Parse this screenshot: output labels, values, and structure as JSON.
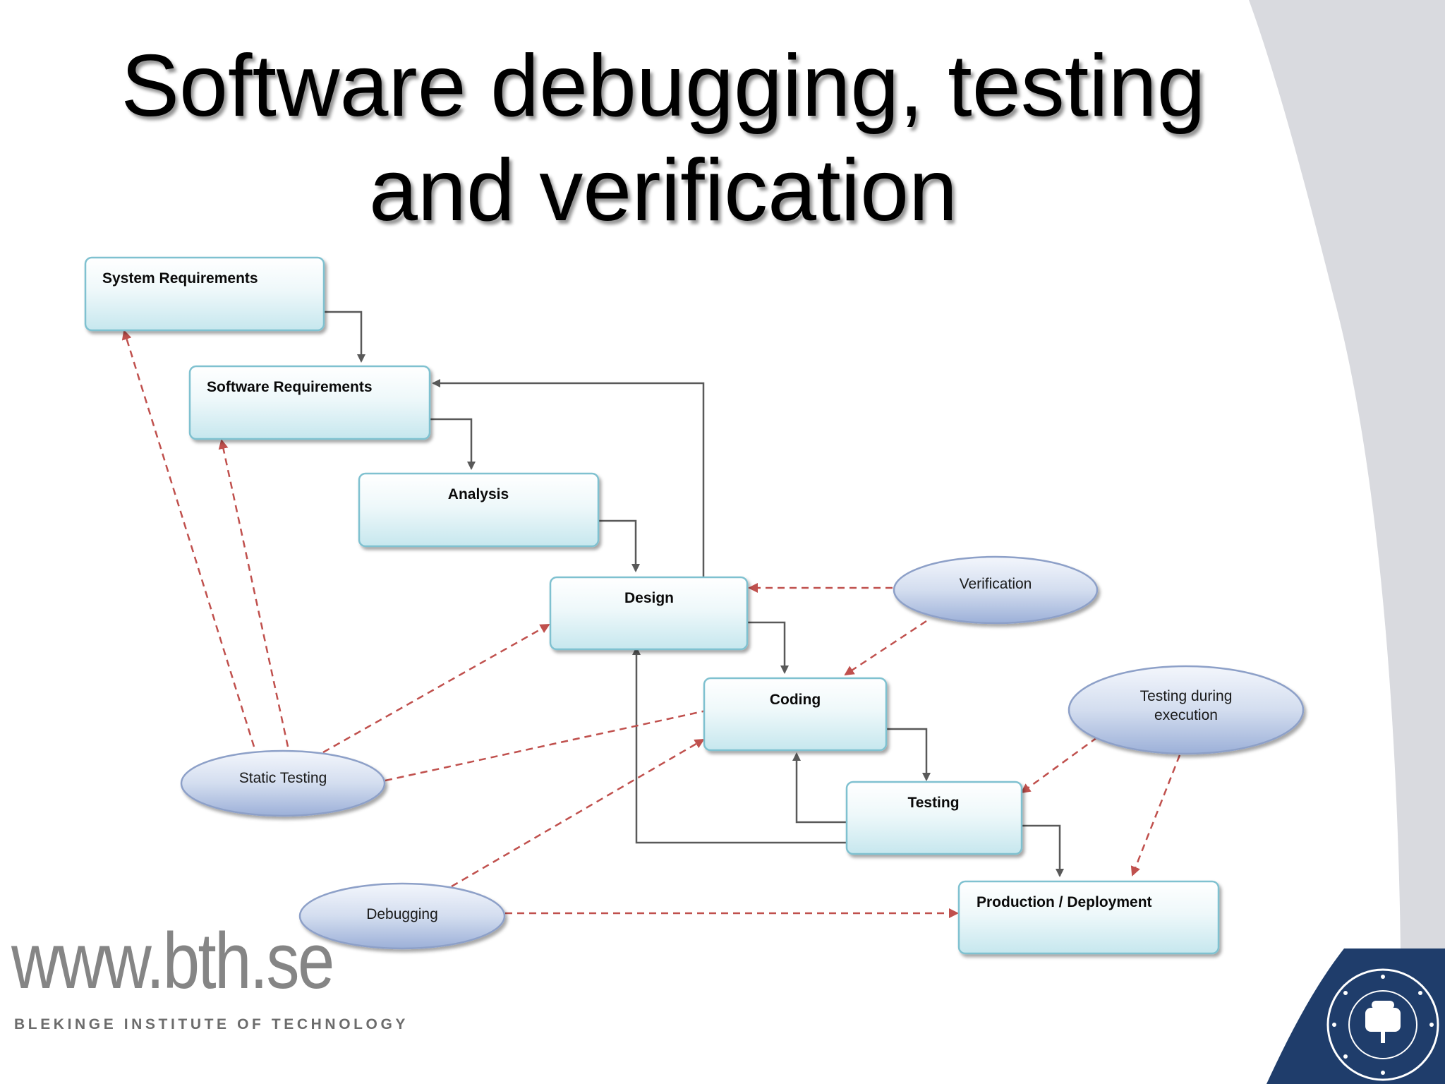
{
  "slide": {
    "title_line1": "Software debugging, testing",
    "title_line2": "and verification"
  },
  "colors": {
    "box_fill_top": "#ffffff",
    "box_fill_bottom": "#c9e9ef",
    "box_border": "#7fc1d0",
    "ellipse_fill_top": "#eef3fb",
    "ellipse_fill_bottom": "#9fb2d8",
    "ellipse_border": "#8da0c8",
    "flow_arrow": "#595959",
    "dashed_arrow": "#c0504d",
    "background_swoosh": "#d9dadf",
    "seal_blue": "#1f3d6b"
  },
  "diagram": {
    "nodes": {
      "system_requirements": "System Requirements",
      "software_requirements": "Software Requirements",
      "analysis": "Analysis",
      "design": "Design",
      "coding": "Coding",
      "testing": "Testing",
      "production": "Production / Deployment"
    },
    "ellipses": {
      "verification": "Verification",
      "testing_during_execution_line1": "Testing during",
      "testing_during_execution_line2": "execution",
      "static_testing": "Static Testing",
      "debugging": "Debugging"
    }
  },
  "footer": {
    "url": "www.bth.se",
    "institute": "BLEKINGE INSTITUTE OF TECHNOLOGY",
    "seal_icon": "bth-seal-icon"
  }
}
